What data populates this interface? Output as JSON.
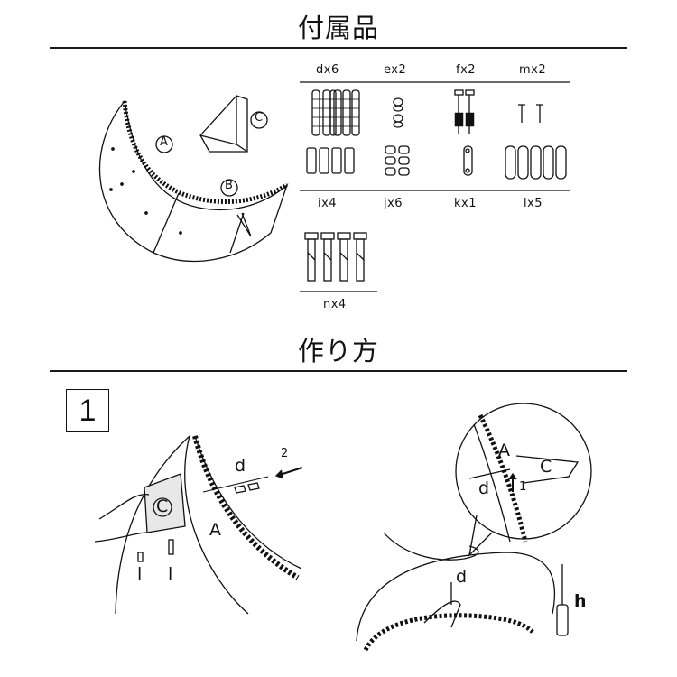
{
  "headings": {
    "accessories": "付属品",
    "howto": "作り方"
  },
  "top_parts": {
    "a": "A",
    "b": "B",
    "c": "C"
  },
  "hardware": [
    {
      "id": "d",
      "label": "dx6"
    },
    {
      "id": "e",
      "label": "ex2"
    },
    {
      "id": "f",
      "label": "fx2"
    },
    {
      "id": "m",
      "label": "mx2"
    },
    {
      "id": "i",
      "label": "ix4"
    },
    {
      "id": "j",
      "label": "jx6"
    },
    {
      "id": "k",
      "label": "kx1"
    },
    {
      "id": "l",
      "label": "lx5"
    },
    {
      "id": "n",
      "label": "nx4"
    }
  ],
  "step1": {
    "number": "1",
    "left": {
      "c": "C",
      "a": "A",
      "d": "d",
      "arrow": "2",
      "l1": "l",
      "l2": "l"
    },
    "callout": {
      "a": "A",
      "c": "C",
      "d": "d",
      "arrow": "1"
    },
    "right": {
      "d": "d",
      "h": "h"
    }
  }
}
